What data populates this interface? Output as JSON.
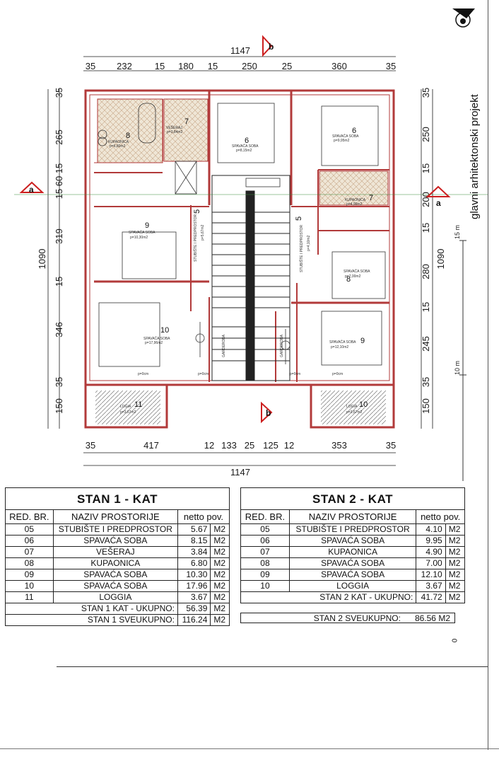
{
  "title_block": {
    "label": "glavni arhitektonski projekt"
  },
  "scale_bar": {
    "labels": [
      "15 m",
      "10 m",
      "0"
    ]
  },
  "sections": {
    "a": "a",
    "b": "b"
  },
  "dims": {
    "top_total": "1147",
    "top": [
      "35",
      "232",
      "15",
      "180",
      "15",
      "250",
      "25",
      "360",
      "35"
    ],
    "bottom_total": "1147",
    "bottom": [
      "35",
      "417",
      "12",
      "133",
      "25",
      "125",
      "12",
      "353",
      "35"
    ],
    "left_total": "1090",
    "left": [
      "35",
      "265",
      "15",
      "60",
      "15",
      "319",
      "15",
      "346",
      "35",
      "150"
    ],
    "right_total": "1090",
    "right": [
      "35",
      "250",
      "15",
      "200",
      "15",
      "280",
      "15",
      "245",
      "35",
      "150"
    ]
  },
  "rooms": [
    {
      "num": "8",
      "name": "KUPAONICA",
      "area": "p=6,80m2"
    },
    {
      "num": "7",
      "name": "VEŠERAJ",
      "area": "p=3,84m2"
    },
    {
      "num": "6",
      "name": "SPAVAĆA SOBA",
      "area": "p=8,15m2"
    },
    {
      "num": "9",
      "name": "SPAVAĆA SOBA",
      "area": "p=10,30m2"
    },
    {
      "num": "5",
      "name": "STUBIŠTE I PREDPROSTOR",
      "area": "p=5,67m2"
    },
    {
      "num": "10",
      "name": "SPAVAĆA SOBA",
      "area": "p=17,96m2"
    },
    {
      "num": "11",
      "name": "LOGIA",
      "area": "p=3,67m2"
    },
    {
      "num": "6",
      "name": "SPAVAĆA SOBA",
      "area": "p=9,95m2"
    },
    {
      "num": "7",
      "name": "KUPAONICA",
      "area": "p=4,90m2"
    },
    {
      "num": "5",
      "name": "STUBIŠTE I PREDPROSTOR",
      "area": "p=4,10m2"
    },
    {
      "num": "8",
      "name": "SPAVAĆA SOBA",
      "area": "p=7,00m2"
    },
    {
      "num": "9",
      "name": "SPAVAĆA SOBA",
      "area": "p=12,10m2"
    },
    {
      "num": "10",
      "name": "LOGIA",
      "area": "p=3,67m2"
    }
  ],
  "wardrobe": "GARDEROBA",
  "floor_level": "p=0cm",
  "table1": {
    "title": "STAN 1 - KAT",
    "headers": [
      "RED. BR.",
      "NAZIV PROSTORIJE",
      "netto pov."
    ],
    "rows": [
      [
        "05",
        "STUBIŠTE I PREDPROSTOR",
        "5.67",
        "M2"
      ],
      [
        "06",
        "SPAVAĆA SOBA",
        "8.15",
        "M2"
      ],
      [
        "07",
        "VEŠERAJ",
        "3.84",
        "M2"
      ],
      [
        "08",
        "KUPAONICA",
        "6.80",
        "M2"
      ],
      [
        "09",
        "SPAVAĆA SOBA",
        "10.30",
        "M2"
      ],
      [
        "10",
        "SPAVAĆA SOBA",
        "17.96",
        "M2"
      ],
      [
        "11",
        "LOGGIA",
        "3.67",
        "M2"
      ]
    ],
    "total_label": "STAN 1 KAT - UKUPNO:",
    "total_value": "56.39",
    "grand_label": "STAN 1 SVEUKUPNO:",
    "grand_value": "116.24",
    "unit": "M2"
  },
  "table2": {
    "title": "STAN 2 - KAT",
    "headers": [
      "RED. BR.",
      "NAZIV PROSTORIJE",
      "netto pov."
    ],
    "rows": [
      [
        "05",
        "STUBIŠTE I PREDPROSTOR",
        "4.10",
        "M2"
      ],
      [
        "06",
        "SPAVAĆA SOBA",
        "9.95",
        "M2"
      ],
      [
        "07",
        "KUPAONICA",
        "4.90",
        "M2"
      ],
      [
        "08",
        "SPAVAĆA SOBA",
        "7.00",
        "M2"
      ],
      [
        "09",
        "SPAVAĆA SOBA",
        "12.10",
        "M2"
      ],
      [
        "10",
        "LOGGIA",
        "3.67",
        "M2"
      ]
    ],
    "total_label": "STAN 2 KAT - UKUPNO:",
    "total_value": "41.72",
    "grand_label": "STAN 2 SVEUKUPNO:",
    "grand_value": "86.56",
    "unit": "M2"
  },
  "colors": {
    "wall": "#b23a3a",
    "dimension": "#1a1a1a",
    "section_marker": "#cc1f1f",
    "tile": "#e8dcc8"
  }
}
